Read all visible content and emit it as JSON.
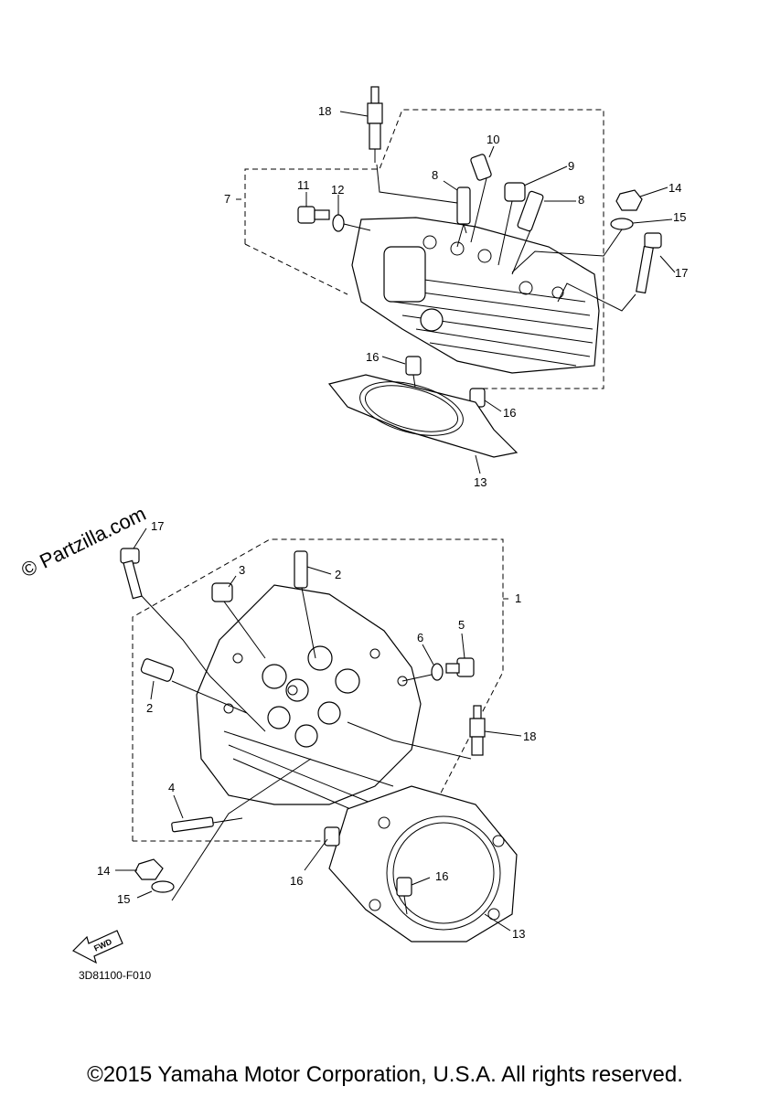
{
  "watermark": "© Partzilla.com",
  "diagram_code": "3D81100-F010",
  "fwd_label": "FWD",
  "copyright": "©2015 Yamaha Motor Corporation, U.S.A. All rights reserved.",
  "callouts": {
    "c1": "1",
    "c2a": "2",
    "c2b": "2",
    "c3": "3",
    "c4": "4",
    "c5": "5",
    "c6": "6",
    "c7": "7",
    "c8a": "8",
    "c8b": "8",
    "c9": "9",
    "c10": "10",
    "c11": "11",
    "c12": "12",
    "c13a": "13",
    "c13b": "13",
    "c14a": "14",
    "c14b": "14",
    "c15a": "15",
    "c15b": "15",
    "c16a": "16",
    "c16b": "16",
    "c16c": "16",
    "c16d": "16",
    "c17a": "17",
    "c17b": "17",
    "c18a": "18",
    "c18b": "18"
  }
}
